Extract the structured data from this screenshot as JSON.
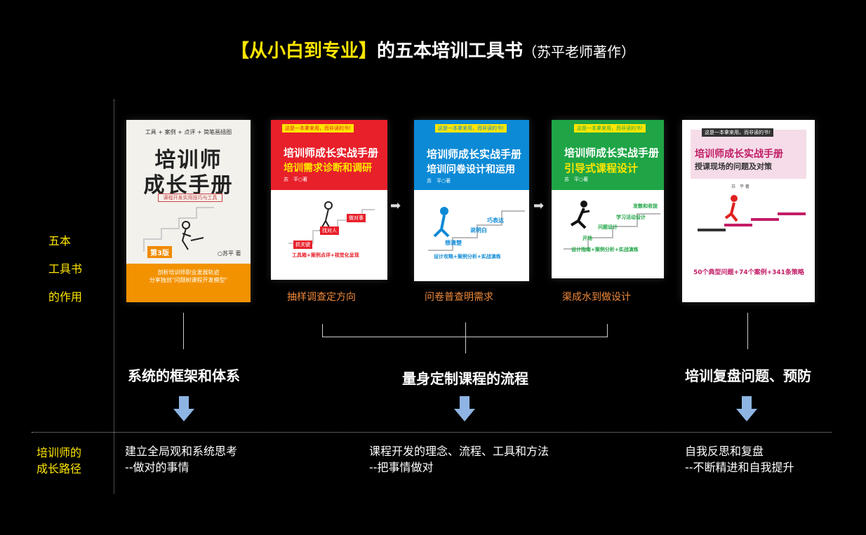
{
  "title": {
    "highlight": "【从小白到专业】",
    "main": "的五本培训工具书",
    "sub": "（苏平老师著作）"
  },
  "side_labels": {
    "top": [
      "五本",
      "工具书",
      "的作用"
    ],
    "bottom": [
      "培训师的",
      "成长路径"
    ]
  },
  "books": [
    {
      "top_line": "工具 + 案例 + 点评 + 简笔画插图",
      "title_line1": "培训师",
      "title_line2": "成长手册",
      "ribbon": "课程开发实用技巧与工具",
      "edition": "第3版",
      "author": "○苏平 著",
      "footer1": "剖析培训师职业发展轨迹",
      "footer2": "分享独创\"问题树课程开发模型\""
    },
    {
      "banner": "这是一本拿来用，而非读的书!",
      "title_line1": "培训师成长实战手册",
      "title_line2": "培训需求诊断和调研",
      "author": "苏　平○著",
      "tags": [
        "找对人",
        "做对事",
        "抓关键"
      ],
      "slogan": "工具箱+案例点评+视觉化呈现",
      "caption": "抽样调查定方向"
    },
    {
      "banner": "这是一本拿来用，而非读的书!",
      "title_line1": "培训师成长实战手册",
      "title_line2": "培训问卷设计和运用",
      "author": "苏　平○著",
      "tags": [
        "巧表达",
        "说明白",
        "想清楚"
      ],
      "slogan": "设计攻略+案例分析+实战演练",
      "caption": "问卷普查明需求"
    },
    {
      "banner": "这是一本拿来用，而非读的书!",
      "title_line1": "培训师成长实战手册",
      "title_line2": "引导式课程设计",
      "author": "苏　平○著",
      "tags": [
        "发散和收拢",
        "学习活动设计",
        "问题设计",
        "开场"
      ],
      "slogan": "设计指南+案例分析+实战演练",
      "caption": "渠成水到做设计"
    },
    {
      "banner": "这是一本拿来用，而非读的书!",
      "title_line1": "培训师成长实战手册",
      "title_line2": "授课现场的问题及对策",
      "author": "苏　平 著",
      "slogan": "50个典型问题+74个案例+341条策略"
    }
  ],
  "sections": [
    {
      "title": "系统的框架和体系",
      "desc1": "建立全局观和系统思考",
      "desc2": "--做对的事情"
    },
    {
      "title": "量身定制课程的流程",
      "desc1": "课程开发的理念、流程、工具和方法",
      "desc2": "--把事情做对"
    },
    {
      "title": "培训复盘问题、预防",
      "desc1": "自我反思和复盘",
      "desc2": "--不断精进和自我提升"
    }
  ]
}
